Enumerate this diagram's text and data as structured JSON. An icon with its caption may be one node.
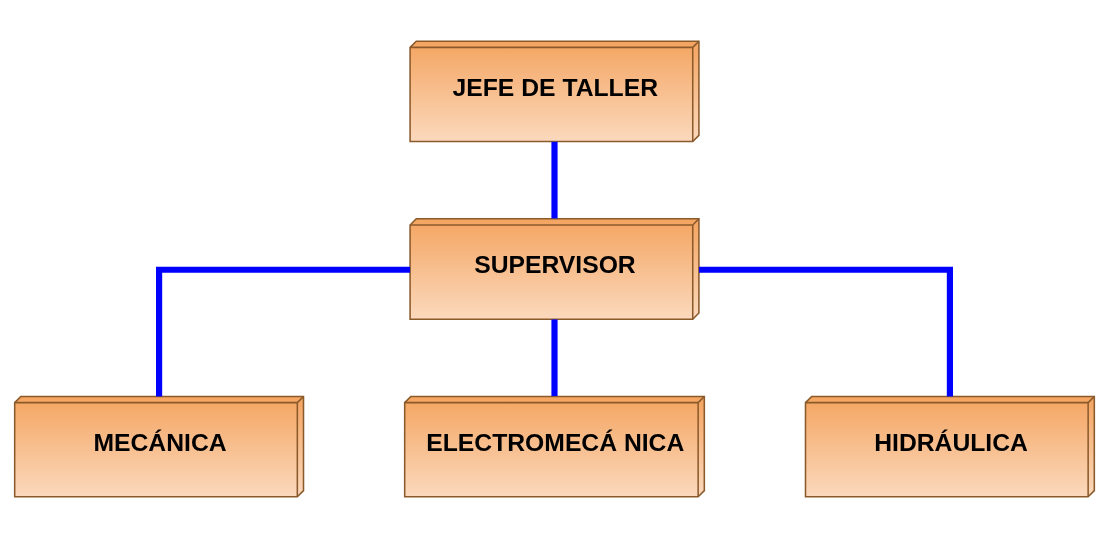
{
  "diagram": {
    "nodes": [
      {
        "text": [
          "JEFE DE TALLER"
        ]
      },
      {
        "text": [
          "SUPERVISOR"
        ]
      },
      {
        "text": [
          "MECÁNICA"
        ]
      },
      {
        "text": [
          "ELECTROMECÁ NICA"
        ]
      },
      {
        "text": [
          "HIDRÁULICA"
        ]
      }
    ],
    "edges": [
      {
        "from": 0,
        "to": 1,
        "arrow": "none"
      },
      {
        "from": 1,
        "to": 2,
        "arrow": "none"
      },
      {
        "from": 1,
        "to": 3,
        "arrow": "none"
      },
      {
        "from": 1,
        "to": 4,
        "arrow": "none"
      }
    ]
  }
}
